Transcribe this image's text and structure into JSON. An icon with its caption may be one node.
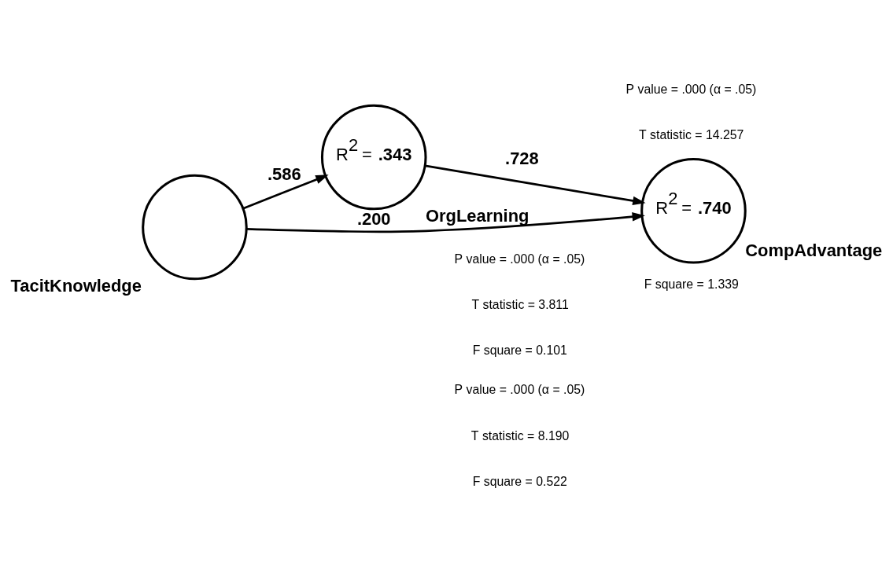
{
  "diagram": {
    "nodes": [
      {
        "text": [
          "TacitKnowledge"
        ]
      },
      {
        "text": [
          "R$^{2}$ = **.343**",
          "OrgLearning"
        ]
      },
      {
        "text": [
          "R$^{2}$ = **.740**",
          "CompAdvantage"
        ]
      }
    ],
    "edges": [
      {
        "from": 0,
        "to": 2,
        "arrow": "to",
        "label": ".200"
      },
      {
        "from": 0,
        "to": 1,
        "arrow": "to",
        "label": ".586"
      },
      {
        "from": 1,
        "to": 2,
        "arrow": "to",
        "label": ".728"
      }
    ],
    "labels": [
      "P value = .000 (α = .05)",
      "T statistic = 3.811",
      "F square = 0.101",
      "P value = .000 (α = .05)",
      "T statistic = 8.190",
      "F square = 0.522",
      "P value = .000 (α = .05)",
      "T statistic = 14.257",
      "F square = 1.339"
    ]
  }
}
